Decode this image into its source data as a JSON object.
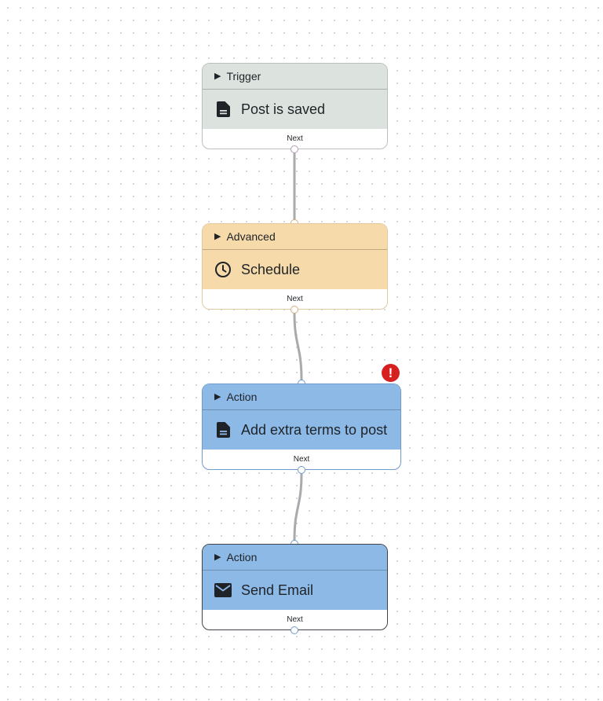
{
  "nodes": [
    {
      "type_label": "Trigger",
      "title": "Post is saved",
      "icon": "document-icon",
      "footer": "Next",
      "color": "#dce2de"
    },
    {
      "type_label": "Advanced",
      "title": "Schedule",
      "icon": "clock-icon",
      "footer": "Next",
      "color": "#f6daa9"
    },
    {
      "type_label": "Action",
      "title": "Add extra terms to post",
      "icon": "document-icon",
      "footer": "Next",
      "color": "#8cb9e6",
      "error": true,
      "error_symbol": "!"
    },
    {
      "type_label": "Action",
      "title": "Send Email",
      "icon": "envelope-icon",
      "footer": "Next",
      "color": "#8cb9e6"
    }
  ],
  "edges": [
    {
      "from": "Post is saved",
      "to": "Schedule"
    },
    {
      "from": "Schedule",
      "to": "Add extra terms to post"
    },
    {
      "from": "Add extra terms to post",
      "to": "Send Email"
    }
  ],
  "colors": {
    "edge": "#a9aaad",
    "error": "#d62020"
  }
}
